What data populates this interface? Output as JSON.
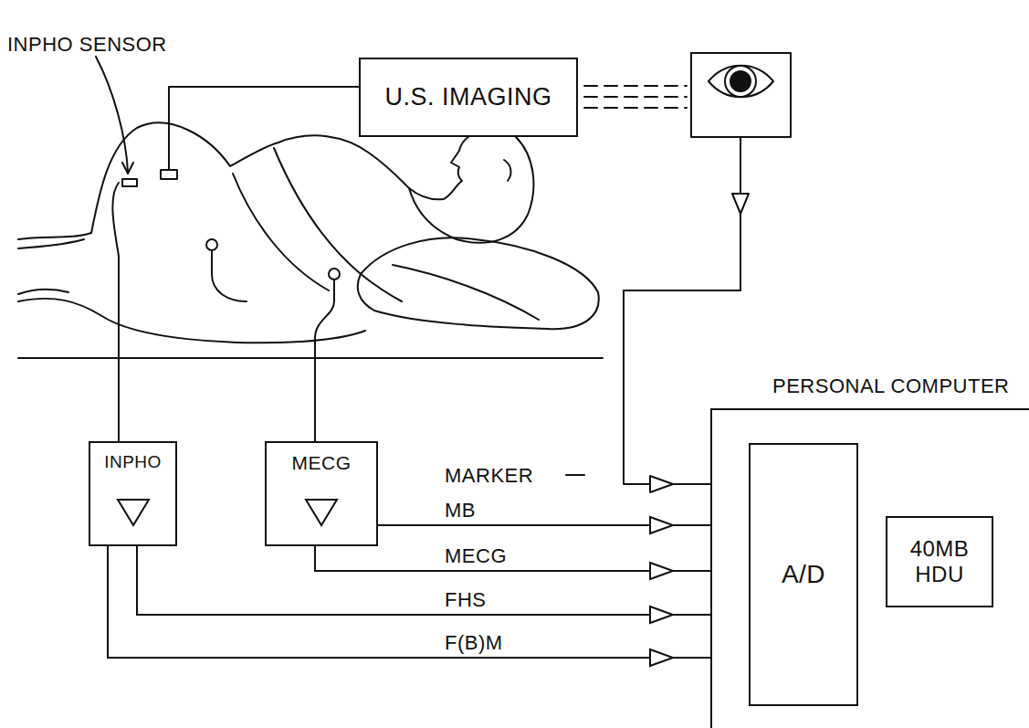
{
  "diagram": {
    "nodes": [
      {
        "text": [
          "U.S. IMAGING"
        ]
      },
      {
        "text": [
          "INPHO"
        ]
      },
      {
        "text": [
          "MECG"
        ]
      },
      {
        "text": [
          "PERSONAL COMPUTER"
        ]
      },
      {
        "text": [
          "A/D"
        ],
        "in": 3
      },
      {
        "text": [
          "40MB HDU"
        ],
        "in": 3
      }
    ],
    "edges": [
      {
        "from": 2,
        "to": 4,
        "arrow": "to",
        "label": "MB"
      },
      {
        "from": 2,
        "to": 4,
        "arrow": "to",
        "label": "MECG"
      },
      {
        "from": 1,
        "to": 4,
        "arrow": "to",
        "label": "FHS"
      },
      {
        "from": 1,
        "to": 4,
        "arrow": "to",
        "label": "F(B)M"
      }
    ],
    "labels": [
      "INPHO SENSOR",
      "MARKER"
    ]
  }
}
